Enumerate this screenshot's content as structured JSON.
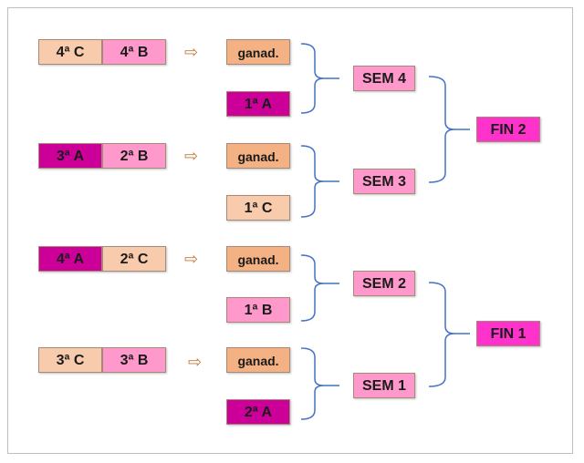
{
  "groups": [
    {
      "pair": [
        "4ª C",
        "4ª B"
      ],
      "winner": "ganad.",
      "seed": "1ª A",
      "semi": "SEM 4"
    },
    {
      "pair": [
        "3ª A",
        "2ª B"
      ],
      "winner": "ganad.",
      "seed": "1ª C",
      "semi": "SEM 3"
    },
    {
      "pair": [
        "4ª A",
        "2ª C"
      ],
      "winner": "ganad.",
      "seed": "1ª B",
      "semi": "SEM 2"
    },
    {
      "pair": [
        "3ª C",
        "3ª B"
      ],
      "winner": "ganad.",
      "seed": "2ª A",
      "semi": "SEM 1"
    }
  ],
  "finals": [
    "FIN 2",
    "FIN 1"
  ],
  "icons": {
    "arrow": "right-outline-arrow-icon"
  },
  "colors": {
    "peach": "#f8cbad",
    "pink": "#ff99cc",
    "magenta": "#cc0099",
    "orange": "#f4b183",
    "final": "#ff33cc",
    "bracket": "#4472c4"
  }
}
